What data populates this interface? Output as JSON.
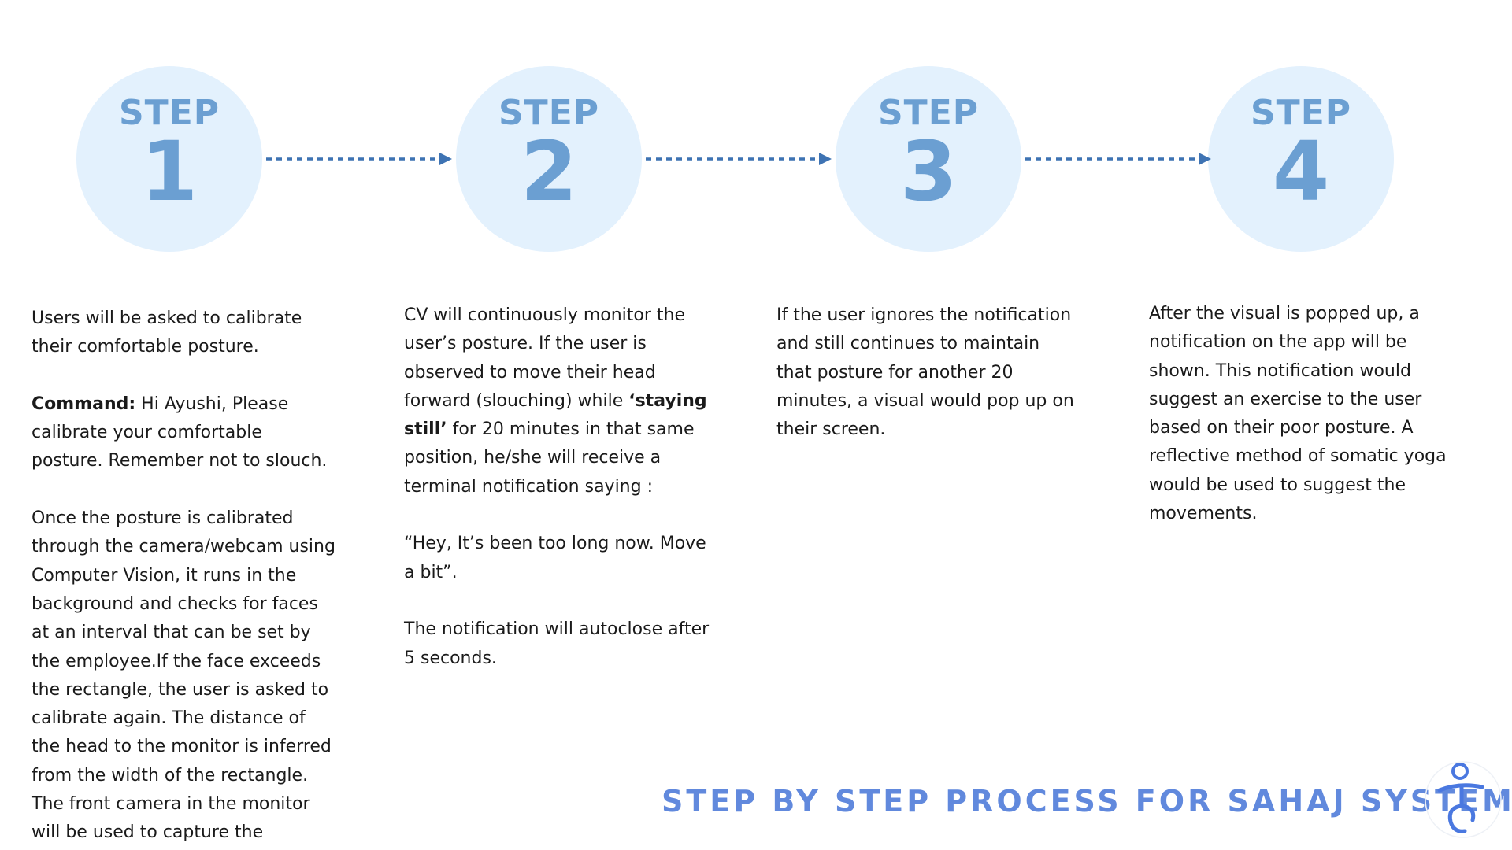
{
  "steps": [
    {
      "label": "STEP",
      "number": "1"
    },
    {
      "label": "STEP",
      "number": "2"
    },
    {
      "label": "STEP",
      "number": "3"
    },
    {
      "label": "STEP",
      "number": "4"
    }
  ],
  "col1": {
    "p1": "Users will be asked to calibrate their comfortable posture.",
    "command_label": "Command:",
    "command_text": " Hi Ayushi, Please calibrate your comfortable posture. Remember not to slouch.",
    "p3": "Once the posture is calibrated through the camera/webcam using Computer Vision, it runs in the background and checks for faces at an interval that can be set by the employee.If the face exceeds the rectangle, the user is asked to calibrate again. The distance of the head to the monitor is inferred from the width of the rectangle. The front camera in the monitor will be used to capture the posture."
  },
  "col2": {
    "p1_a": "CV will continuously monitor the user’s posture. If the user is observed to move their head forward (slouching) while ",
    "p1_bold": "‘staying still’",
    "p1_b": " for 20 minutes in that same position, he/she will receive a terminal notification saying :",
    "p2": "“Hey, It’s been too long now. Move a bit”.",
    "p3": "The notification will autoclose after 5 seconds."
  },
  "col3": {
    "p1": "If the user ignores the notification and still continues to maintain that posture for another 20 minutes, a visual would pop up on their screen."
  },
  "col4": {
    "p1": "After the visual is popped up, a notification on the app will be shown. This notification would suggest an exercise to the user based on their poor posture. A reflective method of somatic yoga would be used to suggest the movements."
  },
  "footer": {
    "title": "STEP BY STEP PROCESS FOR SAHAJ SYSTEM"
  },
  "colors": {
    "circle_fill": "#e3f1fd",
    "step_text": "#6b9fd2",
    "arrow": "#3e73b3",
    "footer_title": "#6189dd",
    "logo": "#4a78e0"
  },
  "icons": {
    "logo": "yoga-figure-icon"
  }
}
